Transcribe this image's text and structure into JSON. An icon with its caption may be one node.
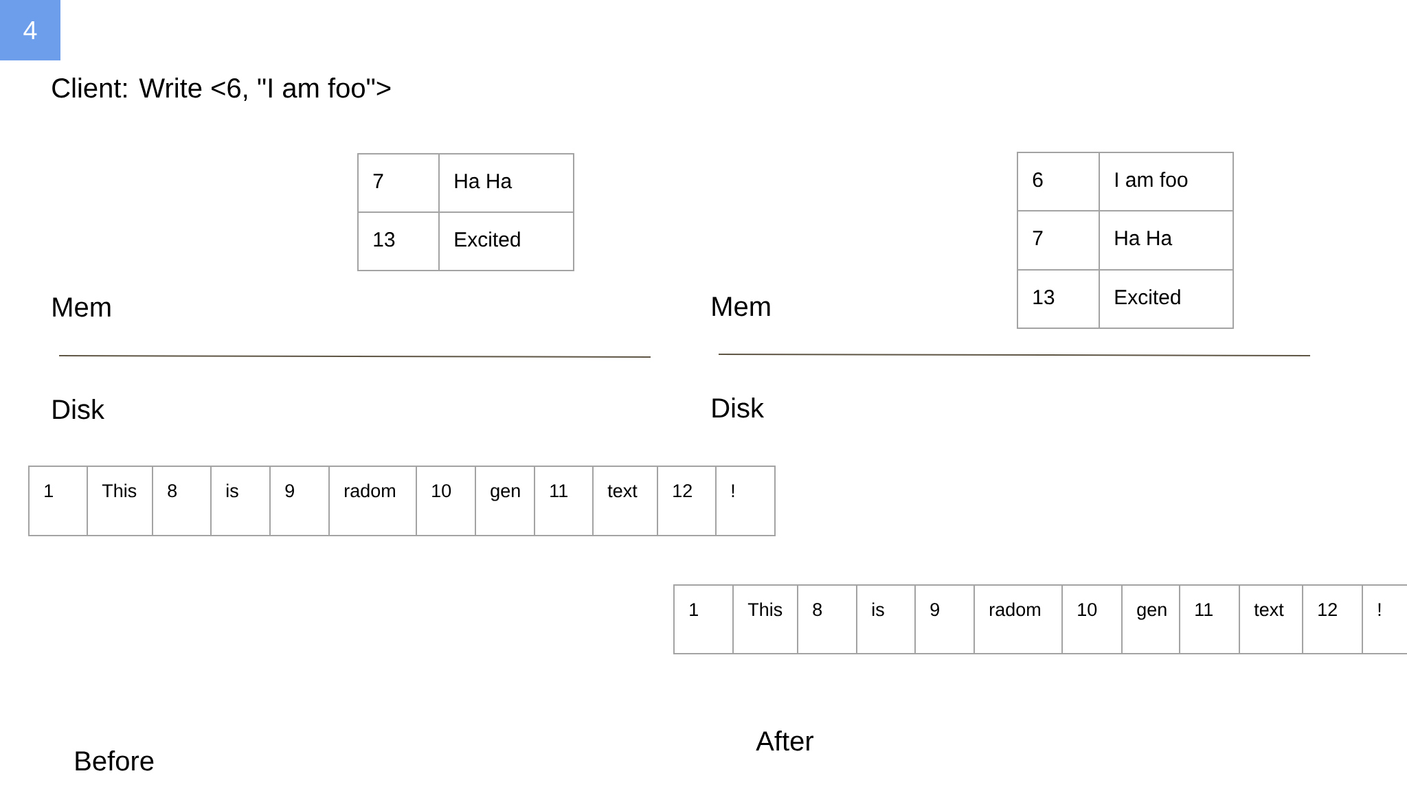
{
  "diagram": {
    "title": "Client: Write <6, \"I am foo\">",
    "nodes": [
      {
        "text": [
          "4"
        ]
      }
    ],
    "labels": [
      "7",
      "Ha Ha",
      "13",
      "Excited",
      "6",
      "I am foo",
      "7",
      "Ha Ha",
      "13",
      "Excited",
      "Mem",
      "Mem",
      "Disk",
      "Disk",
      "1",
      "This",
      "8",
      "is",
      "9",
      "radom",
      "10",
      "gen",
      "11",
      "text",
      "12",
      "!",
      "1",
      "This",
      "8",
      "is",
      "9",
      "radom",
      "10",
      "gen",
      "11",
      "text",
      "12",
      "!",
      "Before",
      "After"
    ]
  }
}
